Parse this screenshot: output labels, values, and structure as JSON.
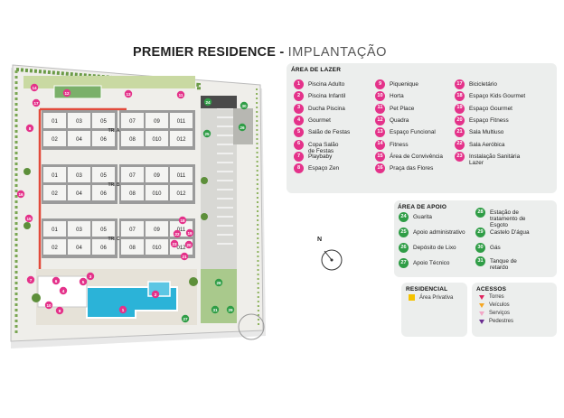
{
  "title": {
    "bold": "PREMIER RESIDENCE -",
    "light": "IMPLANTAÇÃO"
  },
  "lazer": {
    "title": "ÁREA DE LAZER",
    "items": [
      {
        "n": "1",
        "label": "Piscina Adulto"
      },
      {
        "n": "2",
        "label": "Piscina Infantil"
      },
      {
        "n": "3",
        "label": "Ducha Piscina"
      },
      {
        "n": "4",
        "label": "Gourmet"
      },
      {
        "n": "5",
        "label": "Salão de Festas"
      },
      {
        "n": "6",
        "label": "Copa Salão\nde Festas"
      },
      {
        "n": "7",
        "label": "Playbaby"
      },
      {
        "n": "8",
        "label": "Espaço Zen"
      },
      {
        "n": "9",
        "label": "Piquenique"
      },
      {
        "n": "10",
        "label": "Horta"
      },
      {
        "n": "11",
        "label": "Pet Place"
      },
      {
        "n": "12",
        "label": "Quadra"
      },
      {
        "n": "13",
        "label": "Espaço Funcional"
      },
      {
        "n": "14",
        "label": "Fitness"
      },
      {
        "n": "15",
        "label": "Área de Convivência"
      },
      {
        "n": "16",
        "label": "Praça das Flores"
      },
      {
        "n": "17",
        "label": "Bicicletário"
      },
      {
        "n": "18",
        "label": "Espaço Kids Gourmet"
      },
      {
        "n": "19",
        "label": "Espaço Gourmet"
      },
      {
        "n": "20",
        "label": "Espaço Fitness"
      },
      {
        "n": "21",
        "label": "Sala Multiuso"
      },
      {
        "n": "22",
        "label": "Sala Aeróbica"
      },
      {
        "n": "23",
        "label": "Instalação Sanitária\nLazer"
      }
    ]
  },
  "apoio": {
    "title": "ÁREA DE APOIO",
    "items": [
      {
        "n": "24",
        "label": "Guarita"
      },
      {
        "n": "25",
        "label": "Apoio administrativo"
      },
      {
        "n": "26",
        "label": "Depósito de Lixo"
      },
      {
        "n": "27",
        "label": "Apoio Técnico"
      },
      {
        "n": "28",
        "label": "Estação de\ntratamento de\nEsgoto"
      },
      {
        "n": "29",
        "label": "Castelo D'água"
      },
      {
        "n": "30",
        "label": "Gás"
      },
      {
        "n": "31",
        "label": "Tanque de\nretardo"
      }
    ]
  },
  "residencial": {
    "title": "RESIDENCIAL",
    "item": "Área Privativa"
  },
  "acessos": {
    "title": "ACESSOS",
    "items": [
      {
        "label": "Torres",
        "color": "#e0245e"
      },
      {
        "label": "Veículos",
        "color": "#f5a623"
      },
      {
        "label": "Serviços",
        "color": "#f2a7c6"
      },
      {
        "label": "Pedestres",
        "color": "#6a2c91"
      }
    ]
  },
  "compass": {
    "label": "N"
  },
  "plan": {
    "units_top": [
      "01",
      "03",
      "05",
      "07",
      "09",
      "011"
    ],
    "units_bottom": [
      "02",
      "04",
      "06",
      "08",
      "010",
      "012"
    ],
    "towers": [
      "TR. A",
      "TR. B",
      "TR. C"
    ],
    "markers": [
      "1",
      "2",
      "3",
      "4",
      "5",
      "6",
      "7",
      "8",
      "9",
      "10",
      "11",
      "12",
      "13",
      "14",
      "15",
      "16",
      "17",
      "18",
      "19",
      "20",
      "21",
      "22",
      "23",
      "24",
      "25",
      "26",
      "27",
      "28",
      "29",
      "30",
      "31"
    ]
  },
  "colors": {
    "pink": "#e4328a",
    "green": "#2f9d46",
    "private": "#f4c200",
    "entry_path": "#e24a3b",
    "pool": "#2bb3d8"
  }
}
